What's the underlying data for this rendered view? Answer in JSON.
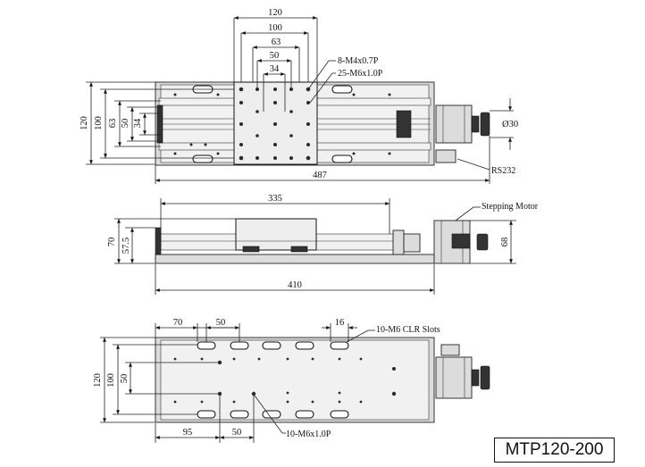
{
  "model": "MTP120-200",
  "top_view": {
    "dims": {
      "w120": "120",
      "w100": "100",
      "w63": "63",
      "w50": "50",
      "w34": "34",
      "h120": "120",
      "h100": "100",
      "h63": "63",
      "h50": "50",
      "h34": "34",
      "total_length": "487",
      "knob_diameter": "Ø30"
    },
    "callouts": {
      "m4_holes": "8-M4x0.7P",
      "m6_holes": "25-M6x1.0P",
      "rs232": "RS232"
    }
  },
  "side_view": {
    "dims": {
      "stroke_length": "335",
      "height_70": "70",
      "height_57_5": "57.5",
      "base_length": "410",
      "motor_height": "68"
    },
    "callouts": {
      "motor": "Stepping Motor"
    }
  },
  "bottom_view": {
    "dims": {
      "offset_70": "70",
      "pitch_50_top": "50",
      "slot_16": "16",
      "h120": "120",
      "h100": "100",
      "h50": "50",
      "offset_95": "95",
      "pitch_50_bottom": "50"
    },
    "callouts": {
      "clr_slots": "10-M6 CLR Slots",
      "m6_holes": "10-M6x1.0P"
    }
  }
}
